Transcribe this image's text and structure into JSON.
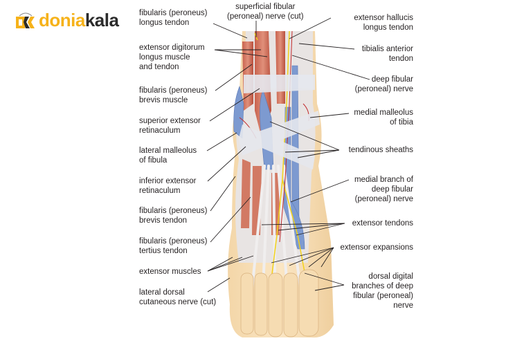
{
  "logo": {
    "brand_part1": "donia",
    "brand_part2": "kala",
    "mark": "DK",
    "colors": {
      "yellow": "#f6b21a",
      "dark": "#2b2b2b"
    }
  },
  "labels": {
    "superficial_fibular": "superficial fibular\n(peroneal) nerve (cut)",
    "fibularis_longus_tendon": "fibularis (peroneus)\nlongus tendon",
    "extensor_digitorum": "extensor digitorum\nlongus muscle\nand tendon",
    "fibularis_brevis_muscle": "fibularis (peroneus)\nbrevis muscle",
    "superior_extensor_retinaculum": "superior extensor\nretinaculum",
    "lateral_malleolus": "lateral malleolus\nof fibula",
    "inferior_extensor_retinaculum": "inferior extensor\nretinaculum",
    "fibularis_brevis_tendon": "fibularis (peroneus)\nbrevis tendon",
    "fibularis_tertius_tendon": "fibularis (peroneus)\ntertius tendon",
    "extensor_muscles": "extensor muscles",
    "lateral_dorsal_nerve": "lateral dorsal\ncutaneous nerve (cut)",
    "extensor_hallucis": "extensor hallucis\nlongus tendon",
    "tibialis_anterior": "tibialis anterior\ntendon",
    "deep_fibular": "deep fibular\n(peroneal) nerve",
    "medial_malleolus": "medial malleolus\nof tibia",
    "tendinous_sheaths": "tendinous sheaths",
    "medial_branch": "medial branch of\ndeep fibular\n(peroneal) nerve",
    "extensor_tendons": "extensor tendons",
    "extensor_expansions": "extensor expansions",
    "dorsal_digital": "dorsal digital\nbranches of deep\nfibular (peroneal)\nnerve"
  }
}
